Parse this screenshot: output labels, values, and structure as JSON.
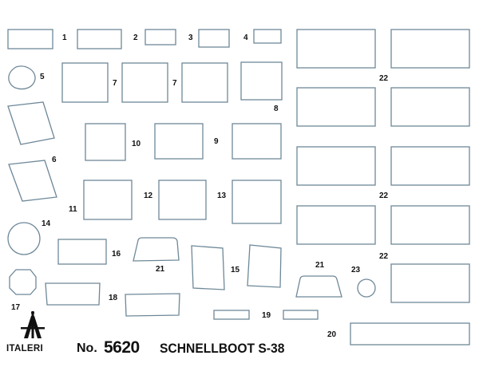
{
  "sheet": {
    "brand": "ITALERI",
    "number_prefix": "No.",
    "kit_number": "5620",
    "kit_name": "SCHNELLBOOT S-38"
  },
  "labels": {
    "n1": "1",
    "n2": "2",
    "n3": "3",
    "n4": "4",
    "n5": "5",
    "n6": "6",
    "n7a": "7",
    "n7b": "7",
    "n8": "8",
    "n9": "9",
    "n10": "10",
    "n11": "11",
    "n12": "12",
    "n13": "13",
    "n14": "14",
    "n15": "15",
    "n16": "16",
    "n17": "17",
    "n18": "18",
    "n19": "19",
    "n20": "20",
    "n21a": "21",
    "n21b": "21",
    "n22a": "22",
    "n22b": "22",
    "n22c": "22",
    "n23": "23"
  },
  "colors": {
    "outline": "#6e8898",
    "text": "#111111",
    "background": "#ffffff"
  }
}
